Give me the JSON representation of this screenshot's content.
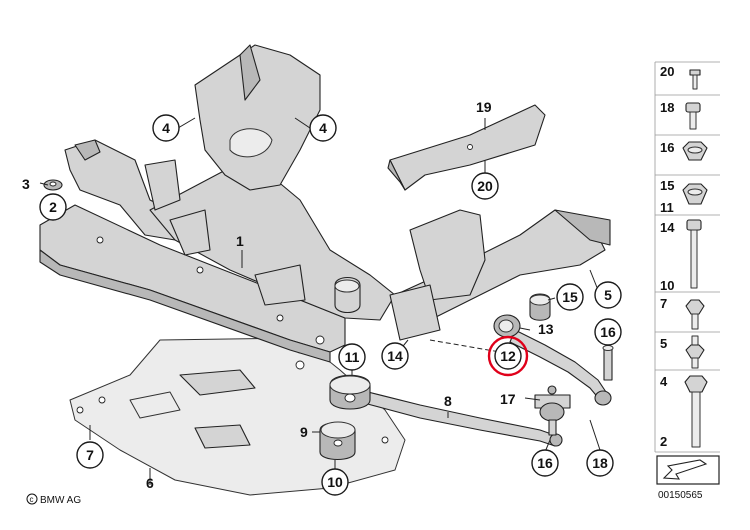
{
  "diagram": {
    "copyright": "BMW AG",
    "catalog_code": "00150565",
    "highlight_color": "#e0001a",
    "highlighted_part": "12",
    "callouts": {
      "c1": "1",
      "c2": "2",
      "c3": "3",
      "c4a": "4",
      "c4b": "4",
      "c5": "5",
      "c6": "6",
      "c7": "7",
      "c8": "8",
      "c9": "9",
      "c10": "10",
      "c11": "11",
      "c12": "12",
      "c13": "13",
      "c14": "14",
      "c15": "15",
      "c16a": "16",
      "c16b": "16",
      "c17": "17",
      "c18": "18",
      "c19": "19",
      "c20": "20"
    },
    "legend": [
      "20",
      "18",
      "16",
      "15",
      "11",
      "14",
      "10",
      "7",
      "5",
      "4",
      "2"
    ]
  }
}
